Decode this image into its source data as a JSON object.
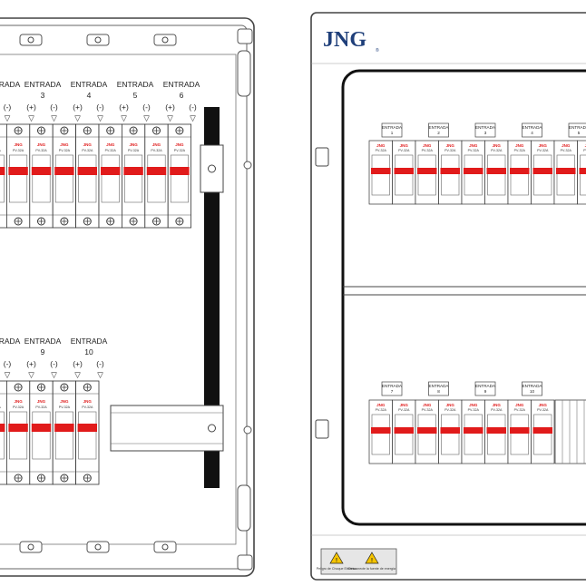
{
  "colors": {
    "accent_red": "#e11b1b",
    "logo_blue": "#1f3f7a",
    "rail_black": "#111111",
    "outline": "#444444"
  },
  "left_panel": {
    "top_headers": [
      {
        "word": "ENTRADA",
        "num": "",
        "signs": [
          "(-)"
        ],
        "partial": true
      },
      {
        "word": "ENTRADA",
        "num": "3",
        "signs": [
          "(+)",
          "(-)"
        ]
      },
      {
        "word": "ENTRADA",
        "num": "4",
        "signs": [
          "(+)",
          "(-)"
        ]
      },
      {
        "word": "ENTRADA",
        "num": "5",
        "signs": [
          "(+)",
          "(-)"
        ]
      },
      {
        "word": "ENTRADA",
        "num": "6",
        "signs": [
          "(+)",
          "(-)"
        ]
      }
    ],
    "bottom_headers": [
      {
        "word": "ENTRADA",
        "num": "",
        "signs": [
          "(-)"
        ],
        "partial": true
      },
      {
        "word": "ENTRADA",
        "num": "9",
        "signs": [
          "(+)",
          "(-)"
        ]
      },
      {
        "word": "ENTRADA",
        "num": "10",
        "signs": [
          "(+)",
          "(-)"
        ]
      }
    ],
    "breaker_brand": "JNG",
    "breaker_model": "PV-32A"
  },
  "right_panel": {
    "logo": "JNG",
    "top_labels": [
      {
        "word": "ENTRADA",
        "num": "1"
      },
      {
        "word": "ENTRADA",
        "num": "2"
      },
      {
        "word": "ENTRADA",
        "num": "3"
      },
      {
        "word": "ENTRADA",
        "num": "4"
      },
      {
        "word": "ENTRADA",
        "num": "5"
      }
    ],
    "bottom_labels": [
      {
        "word": "ENTRADA",
        "num": "7"
      },
      {
        "word": "ENTRADA",
        "num": "8"
      },
      {
        "word": "ENTRADA",
        "num": "9"
      },
      {
        "word": "ENTRADA",
        "num": "10"
      }
    ],
    "warning_labels": [
      "Peligro de Choque Eléctrico",
      "Desconecte la fuente de energía"
    ]
  }
}
